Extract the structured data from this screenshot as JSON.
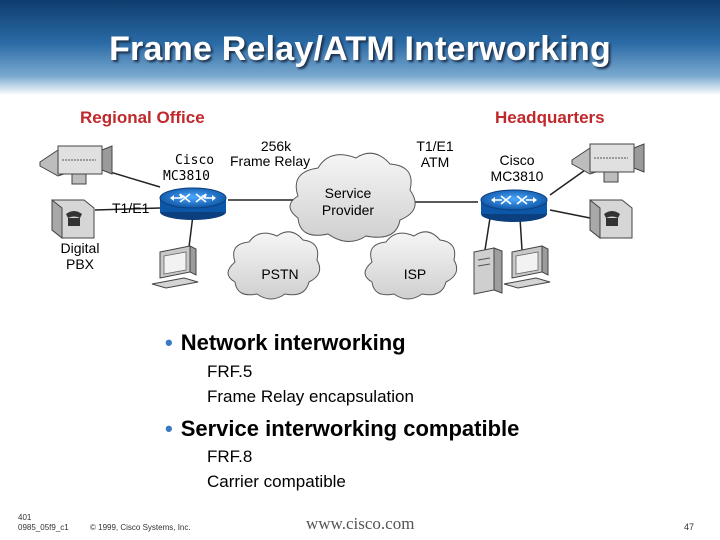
{
  "slide": {
    "title": "Frame Relay/ATM Interworking"
  },
  "diagram": {
    "regional_label": "Regional Office",
    "hq_label": "Headquarters",
    "left_device": [
      "Cisco",
      "MC3810"
    ],
    "right_device": [
      "Cisco",
      "MC3810"
    ],
    "link_left": [
      "256k",
      "Frame Relay"
    ],
    "link_right": [
      "T1/E1",
      "ATM"
    ],
    "t1e1_left": "T1/E1",
    "pbx_label": [
      "Digital",
      "PBX"
    ],
    "cloud_service": [
      "Service",
      "Provider"
    ],
    "cloud_pstn": "PSTN",
    "cloud_isp": "ISP"
  },
  "bullets": [
    {
      "text": "Network interworking",
      "subs": [
        "FRF.5",
        "Frame Relay encapsulation"
      ]
    },
    {
      "text": "Service interworking compatible",
      "subs": [
        "FRF.8",
        "Carrier compatible"
      ]
    }
  ],
  "footer": {
    "code": [
      "401",
      "0985_05f9_c1"
    ],
    "copyright": "© 1999, Cisco Systems, Inc.",
    "url": "www.cisco.com",
    "page": "47"
  },
  "colors": {
    "title_text": "#ffffff",
    "section_label": "#c0282c",
    "bullet_dot": "#3a7ac4",
    "router_blue": "#1a6fc9"
  }
}
